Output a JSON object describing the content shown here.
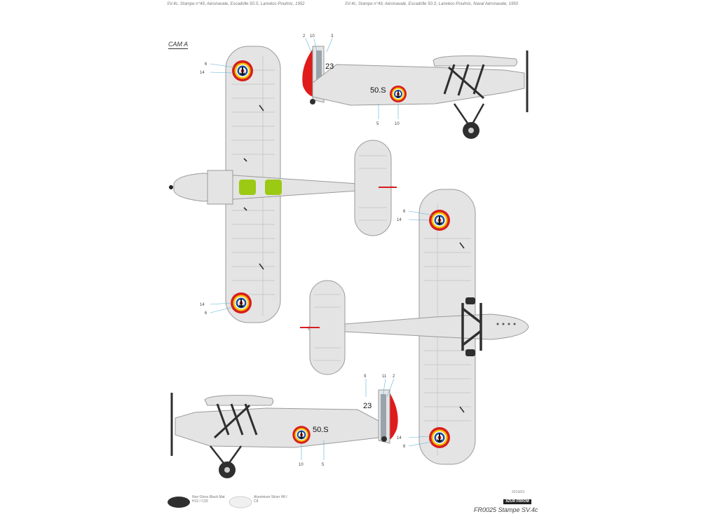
{
  "header": {
    "left_caption": "SV.4c, Stampe n°49, Aéronavale, Escadrille 50.S, Lanvéoc-Poulmic, 1952",
    "right_caption": "SV.4c, Stampe n°49, Aéronavale, Escadrille 50.S, Lanvéoc-Poulmic, Naval Aéronavale, 1950"
  },
  "camo_label": "CAM A",
  "markings": {
    "squadron_code": "50.S",
    "aircraft_number": "23"
  },
  "callouts": {
    "top_left_wing": [
      "6",
      "14"
    ],
    "top_left_wing_lower": [
      "14",
      "6"
    ],
    "top_right_profile_tail": [
      "2",
      "10",
      "3"
    ],
    "top_right_profile_fuselage": [
      "5",
      "10"
    ],
    "right_plan_wing_upper": [
      "6",
      "14"
    ],
    "right_plan_wing_lower": [
      "14",
      "6"
    ],
    "bottom_profile_tail": [
      "9",
      "11",
      "2"
    ],
    "bottom_profile_fuselage": [
      "10",
      "5"
    ]
  },
  "colors": {
    "airframe": "#e4e4e4",
    "outline": "#9a9a9a",
    "roundel_outer": "#d81e1e",
    "roundel_ring": "#f2c200",
    "rudder_red": "#e01b1b",
    "strut_dark": "#2f2f2f",
    "seat_green": "#9bc914"
  },
  "swatches": [
    {
      "label": "Non Gloss Black Mat H12 / C33",
      "icon": "black-swatch"
    },
    {
      "label": "Aluminium Silver H8 / C8",
      "icon": "silver-swatch"
    }
  ],
  "footer": {
    "code": "2019/03",
    "brand": "AZUR FRROM",
    "kit_title": "FR0025 Stampe SV.4c"
  }
}
